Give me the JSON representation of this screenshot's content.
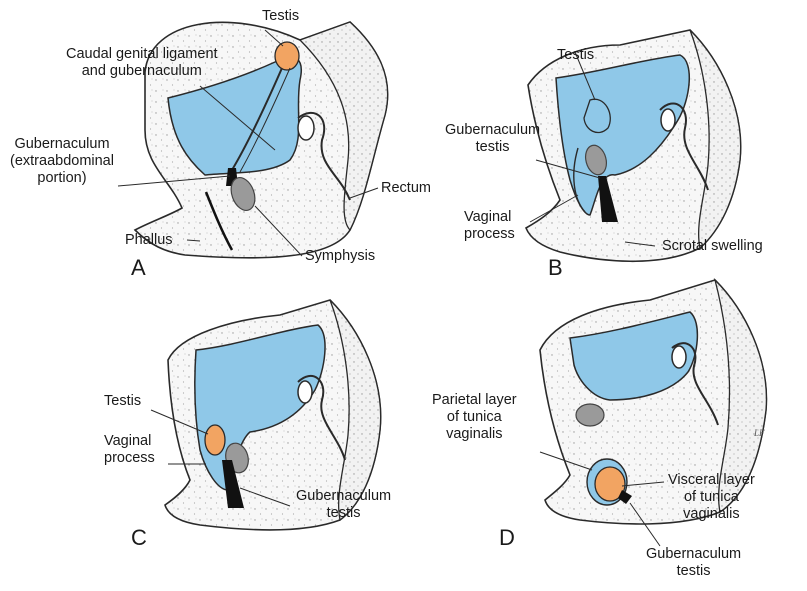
{
  "colors": {
    "cavity": "#8fc8e8",
    "testis": "#f2a462",
    "symphysis": "#9a9a9a",
    "outline": "#2a2a2a",
    "tissue": "#f6f6f6"
  },
  "panels": [
    {
      "letter": "A",
      "labels": {
        "testis": "Testis",
        "caudal_ligament": "Caudal genital ligament\nand gubernaculum",
        "gubernaculum_extra": "Gubernaculum\n(extraabdominal\nportion)",
        "rectum": "Rectum",
        "phallus": "Phallus",
        "symphysis": "Symphysis"
      }
    },
    {
      "letter": "B",
      "labels": {
        "testis": "Testis",
        "gubernaculum_testis": "Gubernaculum\ntestis",
        "vaginal_process": "Vaginal\nprocess",
        "scrotal_swelling": "Scrotal swelling"
      }
    },
    {
      "letter": "C",
      "labels": {
        "testis": "Testis",
        "vaginal_process": "Vaginal\nprocess",
        "gubernaculum_testis": "Gubernaculum\ntestis"
      }
    },
    {
      "letter": "D",
      "labels": {
        "parietal_layer": "Parietal layer\nof tunica\nvaginalis",
        "visceral_layer": "Visceral layer\nof tunica\nvaginalis",
        "gubernaculum_testis": "Gubernaculum\ntestis"
      },
      "artist_initials": "LF"
    }
  ]
}
